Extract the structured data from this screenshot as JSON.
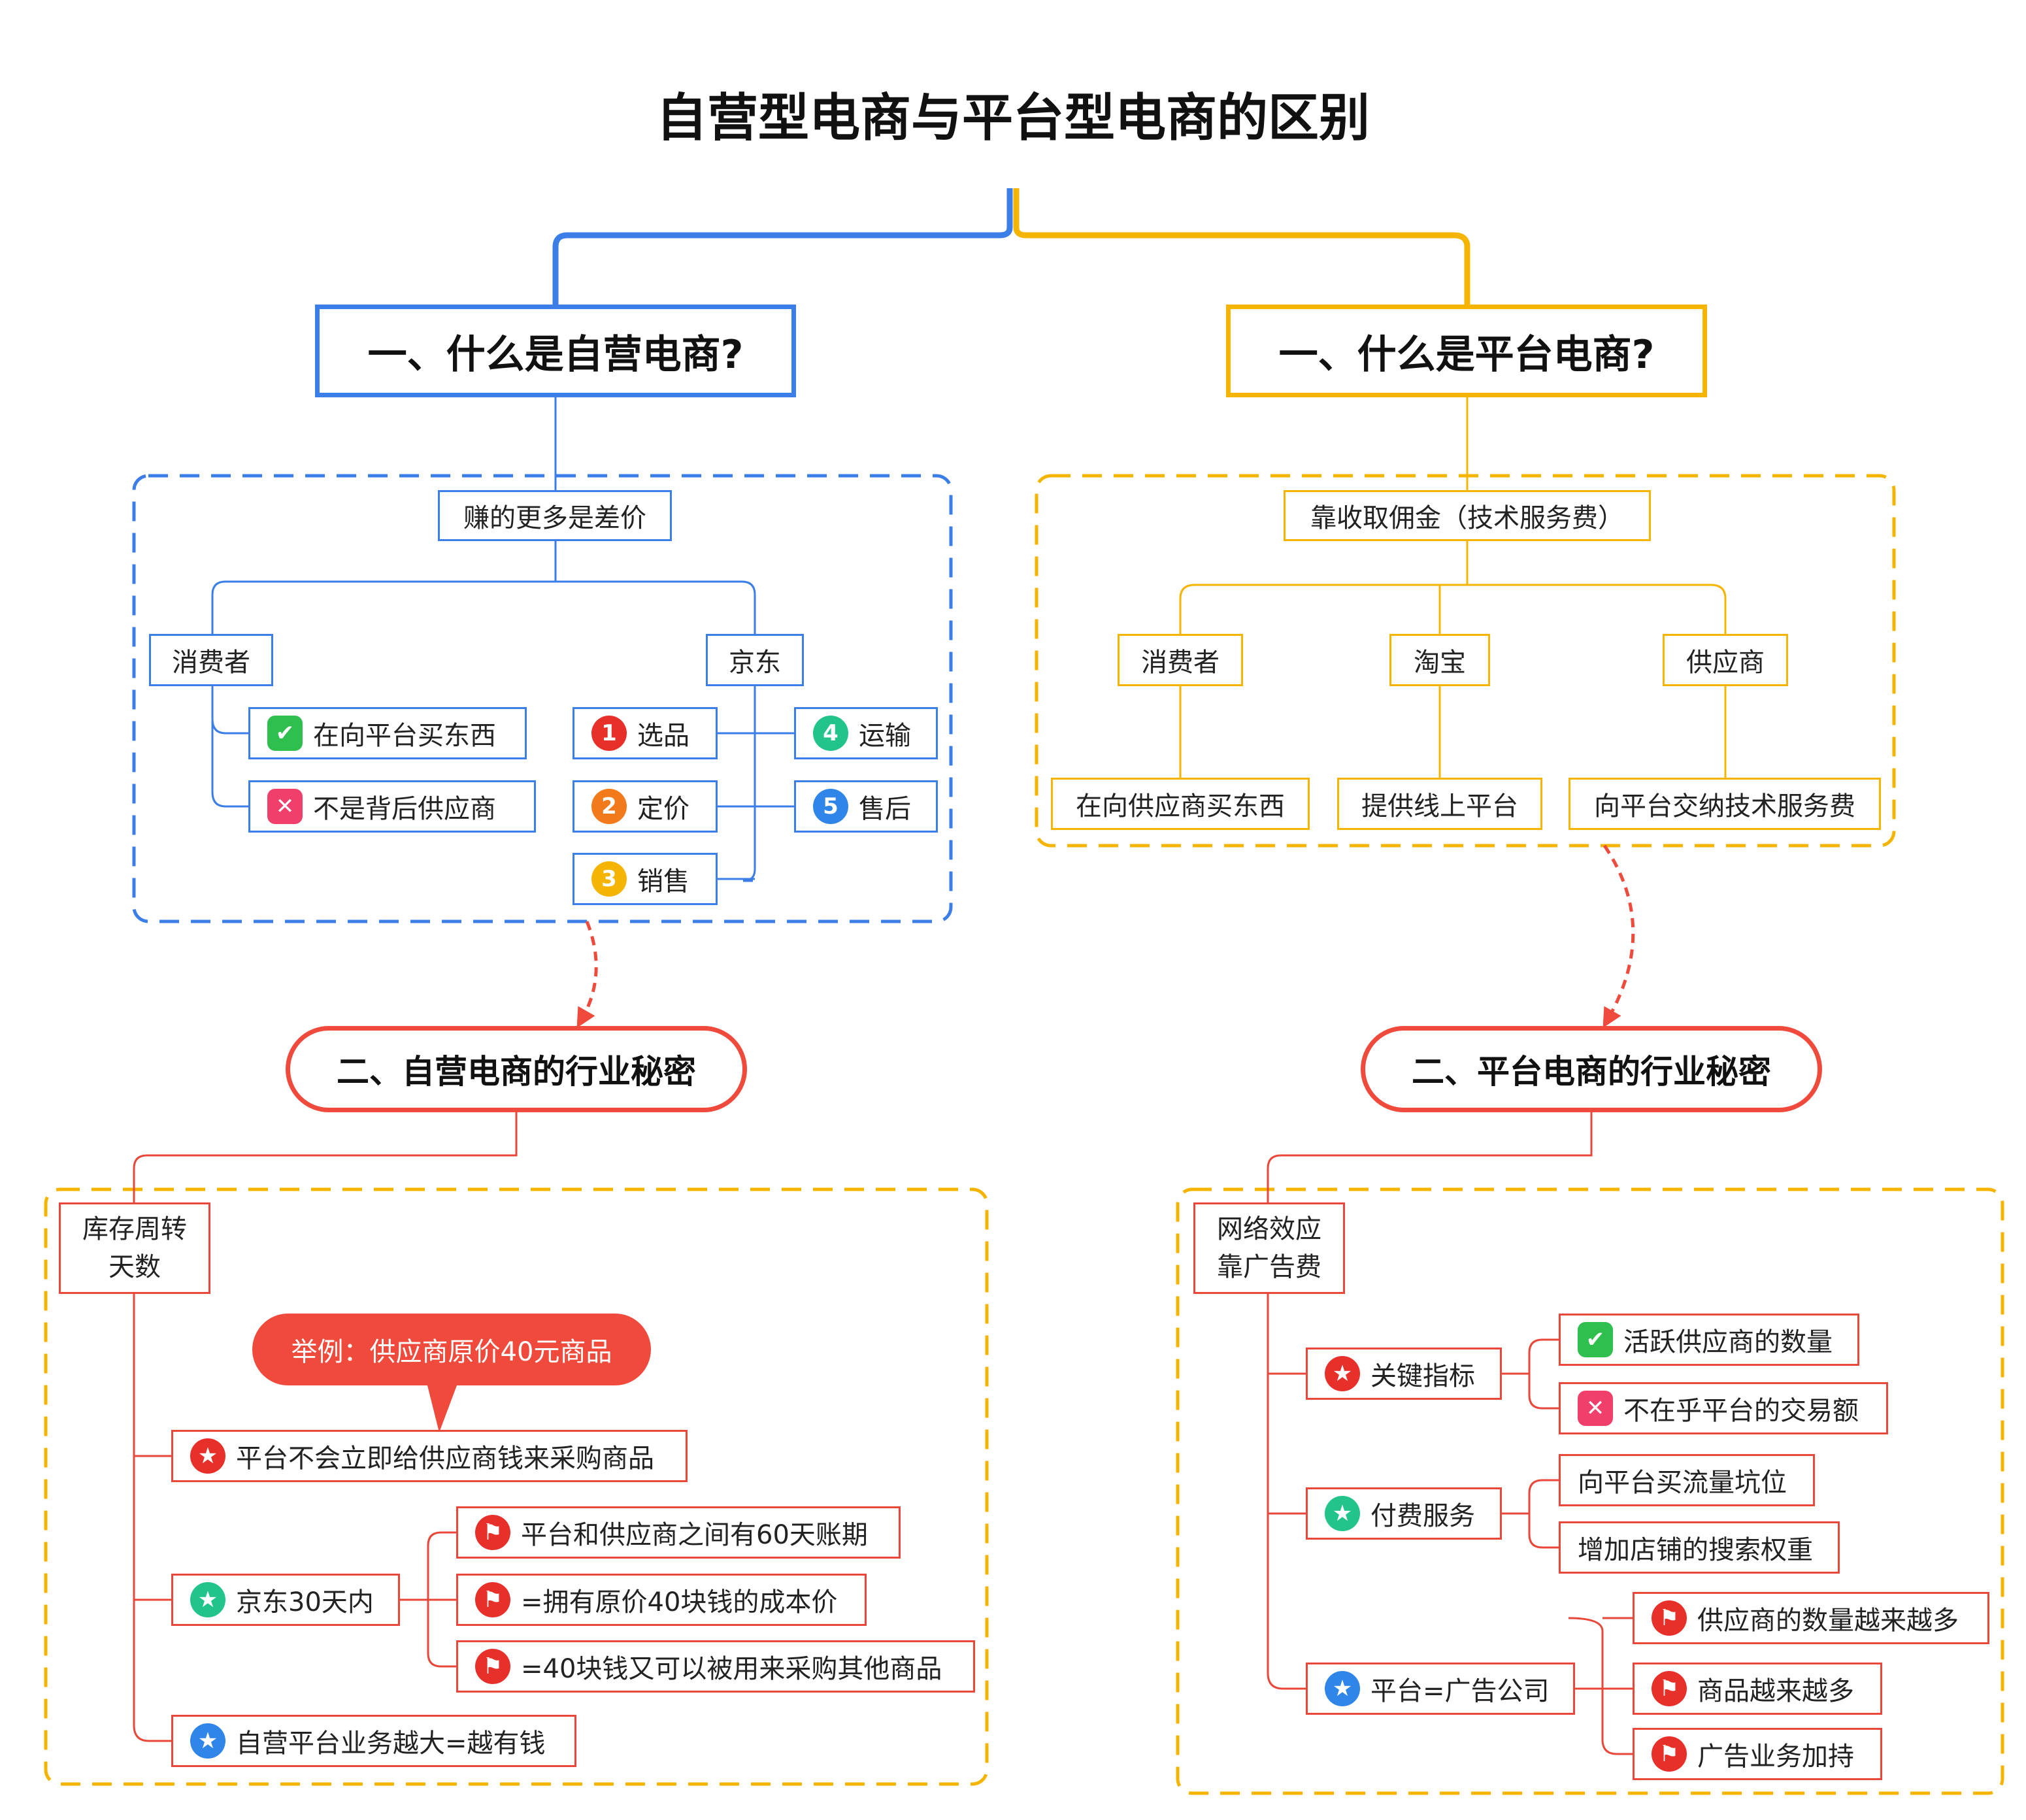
{
  "title": "自营型电商与平台型电商的区别",
  "colors": {
    "blue": "#3b7ee8",
    "yellow": "#f5b400",
    "red": "#f04a3c"
  },
  "left": {
    "heading": "一、什么是自营电商?",
    "root": "赚的更多是差价",
    "consumer": "消费者",
    "consumer_items": [
      {
        "icon": "check-icon",
        "text": "在向平台买东西"
      },
      {
        "icon": "cross-icon",
        "text": "不是背后供应商"
      }
    ],
    "jd": "京东",
    "steps": [
      {
        "num": "1",
        "text": "选品"
      },
      {
        "num": "2",
        "text": "定价"
      },
      {
        "num": "3",
        "text": "销售"
      },
      {
        "num": "4",
        "text": "运输"
      },
      {
        "num": "5",
        "text": "售后"
      }
    ],
    "secret_heading": "二、自营电商的行业秘密",
    "inventory_label": "库存周转天数",
    "callout": "举例：供应商原价40元商品",
    "platform_no_pay": "平台不会立即给供应商钱来采购商品",
    "jd30": "京东30天内",
    "jd30_items": [
      "平台和供应商之间有60天账期",
      "=拥有原价40块钱的成本价",
      "=40块钱又可以被用来采购其他商品"
    ],
    "bigger": "自营平台业务越大=越有钱"
  },
  "right": {
    "heading": "一、什么是平台电商?",
    "root": "靠收取佣金（技术服务费）",
    "cols": [
      {
        "label": "消费者",
        "child": "在向供应商买东西"
      },
      {
        "label": "淘宝",
        "child": "提供线上平台"
      },
      {
        "label": "供应商",
        "child": "向平台交纳技术服务费"
      }
    ],
    "secret_heading": "二、平台电商的行业秘密",
    "network_label": "网络效应靠广告费",
    "key_metric": "关键指标",
    "key_items": [
      {
        "icon": "check-icon",
        "text": "活跃供应商的数量"
      },
      {
        "icon": "cross-icon",
        "text": "不在乎平台的交易额"
      }
    ],
    "paid": "付费服务",
    "paid_items": [
      "向平台买流量坑位",
      "增加店铺的搜索权重"
    ],
    "ad": "平台=广告公司",
    "ad_items": [
      "供应商的数量越来越多",
      "商品越来越多",
      "广告业务加持"
    ]
  }
}
